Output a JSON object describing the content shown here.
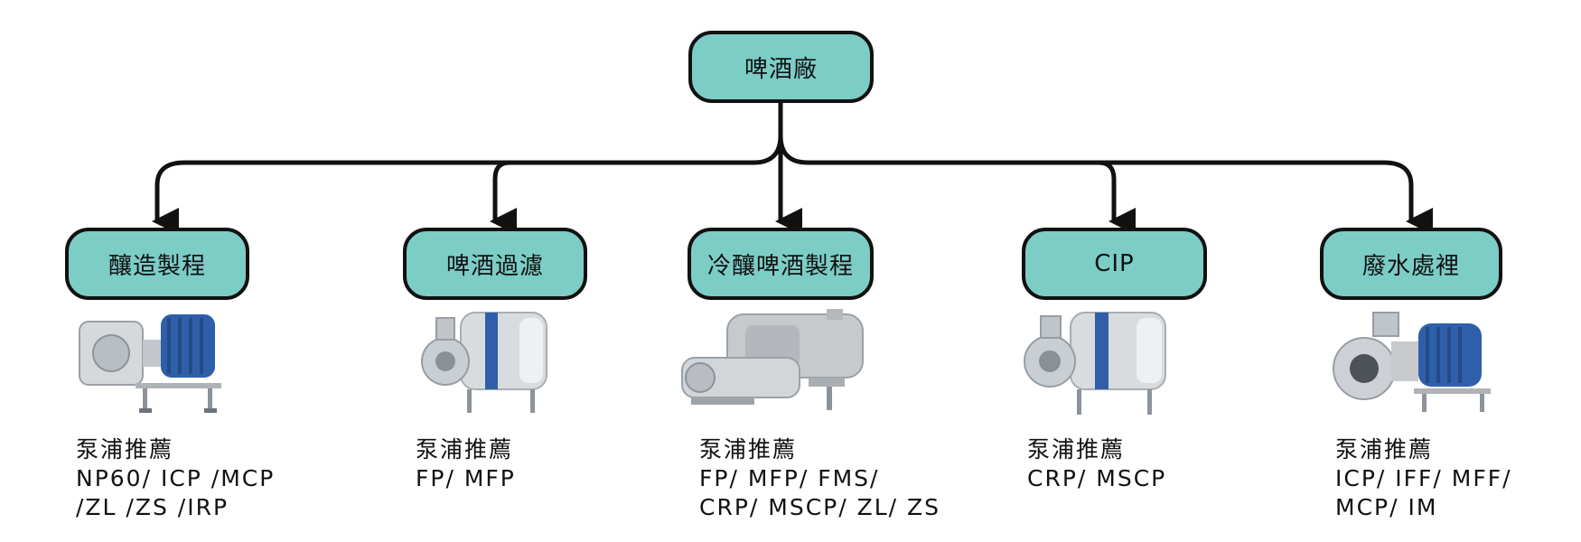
{
  "root": {
    "label": "啤酒廠"
  },
  "branches": [
    {
      "label": "釀造製程",
      "rec_title": "泵浦推薦",
      "rec_lines": [
        "NP60/ ICP /MCP",
        "/ZL /ZS /IRP"
      ]
    },
    {
      "label": "啤酒過濾",
      "rec_title": "泵浦推薦",
      "rec_lines": [
        "FP/ MFP"
      ]
    },
    {
      "label": "冷釀啤酒製程",
      "rec_title": "泵浦推薦",
      "rec_lines": [
        "FP/ MFP/ FMS/",
        "CRP/ MSCP/ ZL/ ZS"
      ]
    },
    {
      "label": "CIP",
      "rec_title": "泵浦推薦",
      "rec_lines": [
        "CRP/ MSCP"
      ]
    },
    {
      "label": "廢水處裡",
      "rec_title": "泵浦推薦",
      "rec_lines": [
        "ICP/ IFF/ MFF/",
        "MCP/ IM"
      ]
    }
  ],
  "colors": {
    "node_fill": "#7ccdc6",
    "stroke": "#111111",
    "steel": "#c9ced3",
    "motor_blue": "#2f5fa8"
  },
  "icons": [
    "lobe-pump-with-blue-motor",
    "centrifugal-pump-blue-band",
    "rotary-lobe-pumps-pair",
    "centrifugal-pump-blue-band",
    "end-suction-pump-with-blue-motor"
  ]
}
